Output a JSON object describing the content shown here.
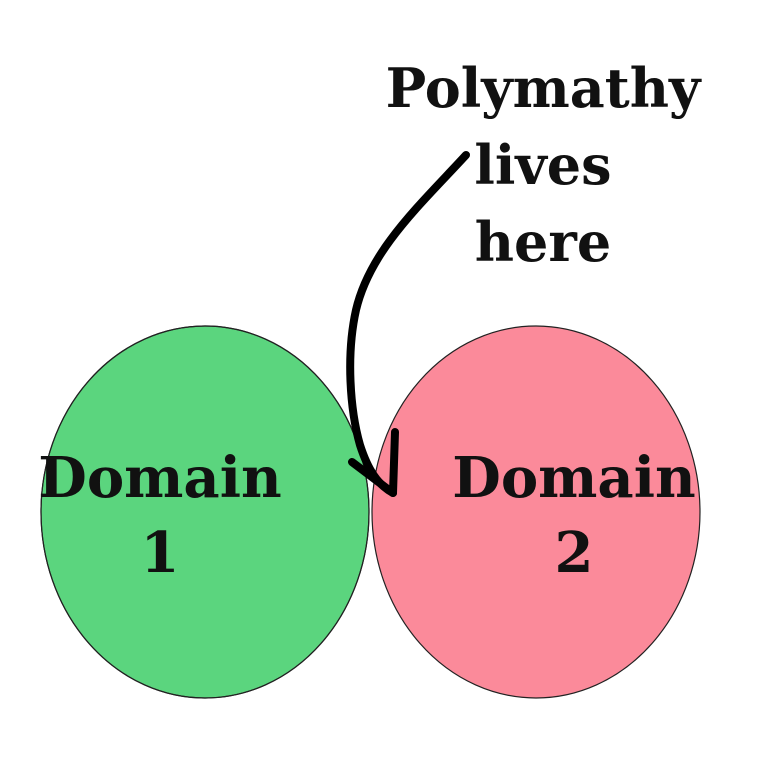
{
  "annotation": {
    "lines": [
      "Polymathy",
      "lives",
      "here"
    ]
  },
  "sets": [
    {
      "label_line1": "Domain",
      "label_line2": "1",
      "color": "#5BD57E"
    },
    {
      "label_line1": "Domain",
      "label_line2": "2",
      "color": "#FB8A9A"
    }
  ],
  "intersection": {
    "color": "#3F27A5"
  },
  "colors": {
    "outline": "#222222",
    "arrow": "#000000",
    "text": "#111111"
  }
}
